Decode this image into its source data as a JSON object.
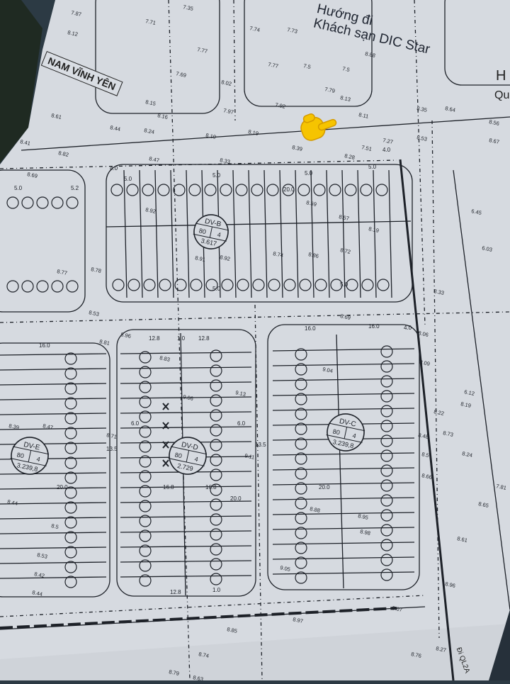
{
  "map": {
    "street_sign": "NAM VĨNH YÊN",
    "direction_note": [
      "Hướng đi",
      "Khách sạn DIC Star"
    ],
    "road_note": "Đi QL2A",
    "edge_labels": [
      "H",
      "Qu"
    ],
    "pointer_icon": "pointing-hand-emoji",
    "colors": {
      "paper": "#d6dae0",
      "ink": "#1d2128",
      "sky": "#2c3a44"
    },
    "blocks": [
      {
        "name": "DV-B",
        "floors_a": "80",
        "floors_b": "4",
        "area": "3.617"
      },
      {
        "name": "DV-C",
        "floors_a": "80",
        "floors_b": "4",
        "area": "3.239,8"
      },
      {
        "name": "DV-D",
        "floors_a": "80",
        "floors_b": "4",
        "area": "2.729"
      },
      {
        "name": "DV-E",
        "floors_a": "80",
        "floors_b": "4",
        "area": "3.239,8"
      }
    ],
    "dimensions": [
      "5.0",
      "16.0",
      "20.0",
      "13.5",
      "12.8",
      "16.8",
      "6.0",
      "4.0",
      "1.0",
      "5.2"
    ],
    "elevations": [
      "7.87",
      "8.12",
      "7.35",
      "7.71",
      "7.77",
      "7.69",
      "8.15",
      "8.16",
      "8.02",
      "7.97",
      "7.74",
      "7.73",
      "7.77",
      "7.5",
      "7.5",
      "7.79",
      "7.92",
      "8.88",
      "8.13",
      "8.11",
      "8.35",
      "8.64",
      "8.56",
      "8.61",
      "8.44",
      "8.24",
      "8.19",
      "8.19",
      "8.41",
      "8.82",
      "8.47",
      "8.33",
      "8.39",
      "8.28",
      "7.51",
      "7.27",
      "8.53",
      "8.67",
      "8.69",
      "8.92",
      "8.91",
      "8.92",
      "8.74",
      "8.86",
      "8.72",
      "8.57",
      "8.59",
      "8.19",
      "8.77",
      "8.78",
      "8.53",
      "8.81",
      "8.69",
      "8.96",
      "8.83",
      "9.06",
      "9.04",
      "9.13",
      "9.11",
      "8.71",
      "9.05",
      "8.95",
      "8.98",
      "8.88",
      "8.48",
      "8.73",
      "8.5",
      "8.66",
      "8.24",
      "8.19",
      "8.65",
      "8.61",
      "8.96",
      "9.07",
      "8.97",
      "8.85",
      "8.74",
      "8.76",
      "8.63",
      "8.27",
      "8.79",
      "8.33",
      "8.06",
      "8.09",
      "8.22",
      "6.03",
      "6.45",
      "7.81",
      "6.12",
      "8.39",
      "8.47",
      "8.44",
      "8.42",
      "8.53",
      "8.5",
      "8.44"
    ]
  }
}
